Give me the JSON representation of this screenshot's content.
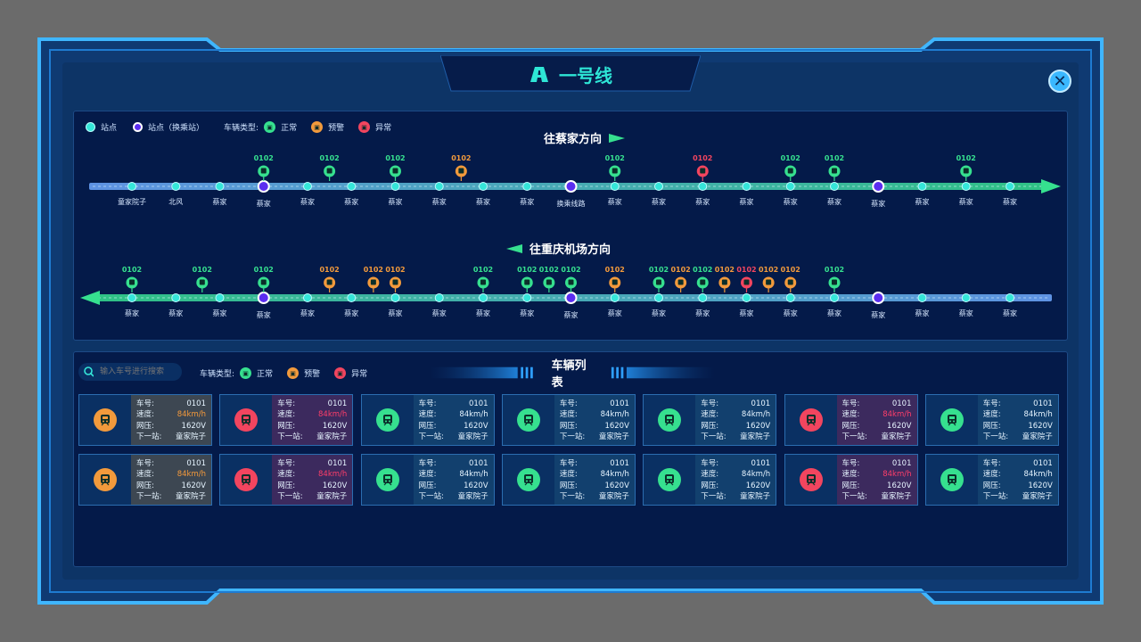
{
  "title": "一号线",
  "colors": {
    "normal": "#36e08f",
    "warn": "#f29a3c",
    "error": "#f2455f",
    "station": "#35e6d9",
    "transfer": "#5b2df0"
  },
  "legend": {
    "station": "站点",
    "transfer_station": "站点（换乘站）",
    "vehicle_type_label": "车辆类型:",
    "normal": "正常",
    "warn": "预警",
    "error": "异常"
  },
  "direction1": {
    "label": "往蔡家方向",
    "stations": [
      "童家院子",
      "北风",
      "蔡家",
      "蔡家",
      "蔡家",
      "蔡家",
      "蔡家",
      "蔡家",
      "蔡家",
      "蔡家",
      "换乘线路",
      "蔡家",
      "蔡家",
      "蔡家",
      "蔡家",
      "蔡家",
      "蔡家",
      "蔡家",
      "蔡家",
      "蔡家",
      "蔡家"
    ],
    "transfer_indexes": [
      3,
      10,
      17
    ],
    "trains": [
      {
        "id": "0102",
        "status": "normal",
        "pos": 3
      },
      {
        "id": "0102",
        "status": "normal",
        "pos": 4.5
      },
      {
        "id": "0102",
        "status": "normal",
        "pos": 6
      },
      {
        "id": "0102",
        "status": "warn",
        "pos": 7.5
      },
      {
        "id": "0102",
        "status": "normal",
        "pos": 11
      },
      {
        "id": "0102",
        "status": "error",
        "pos": 13
      },
      {
        "id": "0102",
        "status": "normal",
        "pos": 15
      },
      {
        "id": "0102",
        "status": "normal",
        "pos": 16
      },
      {
        "id": "0102",
        "status": "normal",
        "pos": 19
      }
    ]
  },
  "direction2": {
    "label": "往重庆机场方向",
    "stations": [
      "蔡家",
      "蔡家",
      "蔡家",
      "蔡家",
      "蔡家",
      "蔡家",
      "蔡家",
      "蔡家",
      "蔡家",
      "蔡家",
      "蔡家",
      "蔡家",
      "蔡家",
      "蔡家",
      "蔡家",
      "蔡家",
      "蔡家",
      "蔡家",
      "蔡家",
      "蔡家",
      "蔡家"
    ],
    "transfer_indexes": [
      3,
      10,
      17
    ],
    "trains": [
      {
        "id": "0102",
        "status": "normal",
        "pos": 0
      },
      {
        "id": "0102",
        "status": "normal",
        "pos": 1.6
      },
      {
        "id": "0102",
        "status": "normal",
        "pos": 3
      },
      {
        "id": "0102",
        "status": "warn",
        "pos": 4.5
      },
      {
        "id": "0102",
        "status": "warn",
        "pos": 5.5
      },
      {
        "id": "0102",
        "status": "warn",
        "pos": 6
      },
      {
        "id": "0102",
        "status": "normal",
        "pos": 8
      },
      {
        "id": "0102",
        "status": "normal",
        "pos": 9
      },
      {
        "id": "0102",
        "status": "normal",
        "pos": 9.5
      },
      {
        "id": "0102",
        "status": "normal",
        "pos": 10
      },
      {
        "id": "0102",
        "status": "warn",
        "pos": 11
      },
      {
        "id": "0102",
        "status": "normal",
        "pos": 12
      },
      {
        "id": "0102",
        "status": "warn",
        "pos": 12.5
      },
      {
        "id": "0102",
        "status": "normal",
        "pos": 13
      },
      {
        "id": "0102",
        "status": "warn",
        "pos": 13.5
      },
      {
        "id": "0102",
        "status": "error",
        "pos": 14
      },
      {
        "id": "0102",
        "status": "warn",
        "pos": 14.5
      },
      {
        "id": "0102",
        "status": "warn",
        "pos": 15
      },
      {
        "id": "0102",
        "status": "normal",
        "pos": 16
      }
    ]
  },
  "vehicle_list": {
    "search_placeholder": "输入车号进行搜索",
    "title": "车辆列表",
    "field_labels": {
      "number": "车号:",
      "speed": "速度:",
      "voltage": "网压:",
      "next": "下一站:"
    },
    "cards": [
      {
        "status": "warn",
        "number": "0101",
        "speed": "84km/h",
        "voltage": "1620V",
        "next": "童家院子"
      },
      {
        "status": "error",
        "number": "0101",
        "speed": "84km/h",
        "voltage": "1620V",
        "next": "童家院子"
      },
      {
        "status": "normal",
        "number": "0101",
        "speed": "84km/h",
        "voltage": "1620V",
        "next": "童家院子"
      },
      {
        "status": "normal",
        "number": "0101",
        "speed": "84km/h",
        "voltage": "1620V",
        "next": "童家院子"
      },
      {
        "status": "normal",
        "number": "0101",
        "speed": "84km/h",
        "voltage": "1620V",
        "next": "童家院子"
      },
      {
        "status": "error",
        "number": "0101",
        "speed": "84km/h",
        "voltage": "1620V",
        "next": "童家院子"
      },
      {
        "status": "normal",
        "number": "0101",
        "speed": "84km/h",
        "voltage": "1620V",
        "next": "童家院子"
      },
      {
        "status": "warn",
        "number": "0101",
        "speed": "84km/h",
        "voltage": "1620V",
        "next": "童家院子"
      },
      {
        "status": "error",
        "number": "0101",
        "speed": "84km/h",
        "voltage": "1620V",
        "next": "童家院子"
      },
      {
        "status": "normal",
        "number": "0101",
        "speed": "84km/h",
        "voltage": "1620V",
        "next": "童家院子"
      },
      {
        "status": "normal",
        "number": "0101",
        "speed": "84km/h",
        "voltage": "1620V",
        "next": "童家院子"
      },
      {
        "status": "normal",
        "number": "0101",
        "speed": "84km/h",
        "voltage": "1620V",
        "next": "童家院子"
      },
      {
        "status": "error",
        "number": "0101",
        "speed": "84km/h",
        "voltage": "1620V",
        "next": "童家院子"
      },
      {
        "status": "normal",
        "number": "0101",
        "speed": "84km/h",
        "voltage": "1620V",
        "next": "童家院子"
      }
    ]
  }
}
